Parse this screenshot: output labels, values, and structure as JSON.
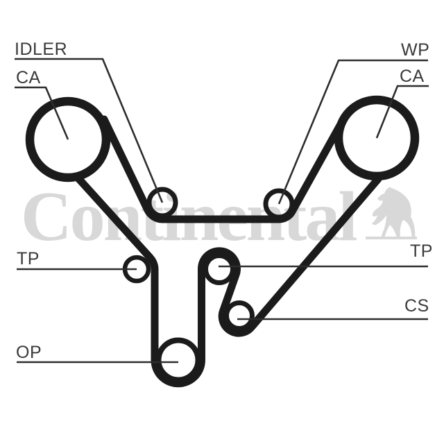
{
  "page": {
    "background": "#ffffff",
    "description_colors": {
      "belt": "#1b1b1b",
      "leader_line": "#2d2d2d",
      "label_text": "#3a3a3a",
      "watermark": "#d8d8d8"
    }
  },
  "watermark": {
    "text": "Continental",
    "logo": "rearing-horse",
    "color": "#d8d8d8"
  },
  "labels": {
    "idler": "IDLER",
    "ca_left": "CA",
    "wp": "WP",
    "ca_right": "CA",
    "tp_left": "TP",
    "tp_right": "TP",
    "cs": "CS",
    "op": "OP"
  },
  "pulleys": [
    {
      "id": "ca-left",
      "label": "CA"
    },
    {
      "id": "idler",
      "label": "IDLER"
    },
    {
      "id": "wp",
      "label": "WP"
    },
    {
      "id": "ca-right",
      "label": "CA"
    },
    {
      "id": "tp-left",
      "label": "TP"
    },
    {
      "id": "tp-middle",
      "label": "TP"
    },
    {
      "id": "cs",
      "label": "CS"
    },
    {
      "id": "op",
      "label": "OP"
    }
  ]
}
